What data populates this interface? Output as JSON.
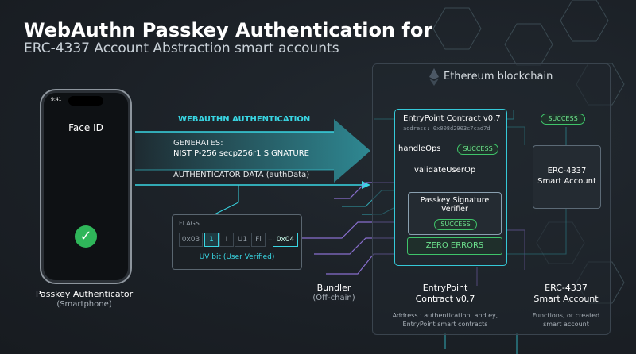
{
  "title": "WebAuthn Passkey Authentication for",
  "subtitle": "ERC-4337 Account Abstraction smart accounts",
  "phone": {
    "time": "9:41",
    "face_id": "Face ID",
    "label": "Passkey Authenticator",
    "sublabel": "(Smartphone)"
  },
  "flow": {
    "heading": "WEBAUTHN AUTHENTICATION",
    "generates": "GENERATES:",
    "signature": "NIST P-256 secp256r1 SIGNATURE",
    "authdata": "AUTHENTICATOR DATA (authData)"
  },
  "flags": {
    "title": "FLAGS",
    "cells": [
      "0x03",
      "1",
      "I",
      "U1",
      "Fl",
      "...",
      "0x04"
    ],
    "uv_label": "UV bit (User Verified)"
  },
  "blockchain": {
    "title": "Ethereum blockchain",
    "entrypoint_title": "EntryPoint Contract v0.7",
    "address": "address: 0x008d2903c7cad7d",
    "handle_ops": "handleOps",
    "validate": "validateUserOp",
    "success": "SUCCESS",
    "verifier_line1": "Passkey Signature",
    "verifier_line2": "Verifier",
    "zero_errors": "ZERO ERRORS",
    "account_line1": "ERC-4337",
    "account_line2": "Smart Account"
  },
  "bottom": {
    "bundler": "Bundler",
    "bundler_sub": "(Off-chain)",
    "entry_line1": "EntryPoint",
    "entry_line2": "Contract v0.7",
    "entry_desc1": "Address : authentication, and ey,",
    "entry_desc2": "EntryPoint smart contracts",
    "acct_line1": "ERC-4337",
    "acct_line2": "Smart Account",
    "acct_desc1": "Functions, or created",
    "acct_desc2": "smart account"
  },
  "colors": {
    "teal": "#39d6e3",
    "green": "#3fc46a",
    "purple": "#9b7bea",
    "background": "#1c2127"
  }
}
